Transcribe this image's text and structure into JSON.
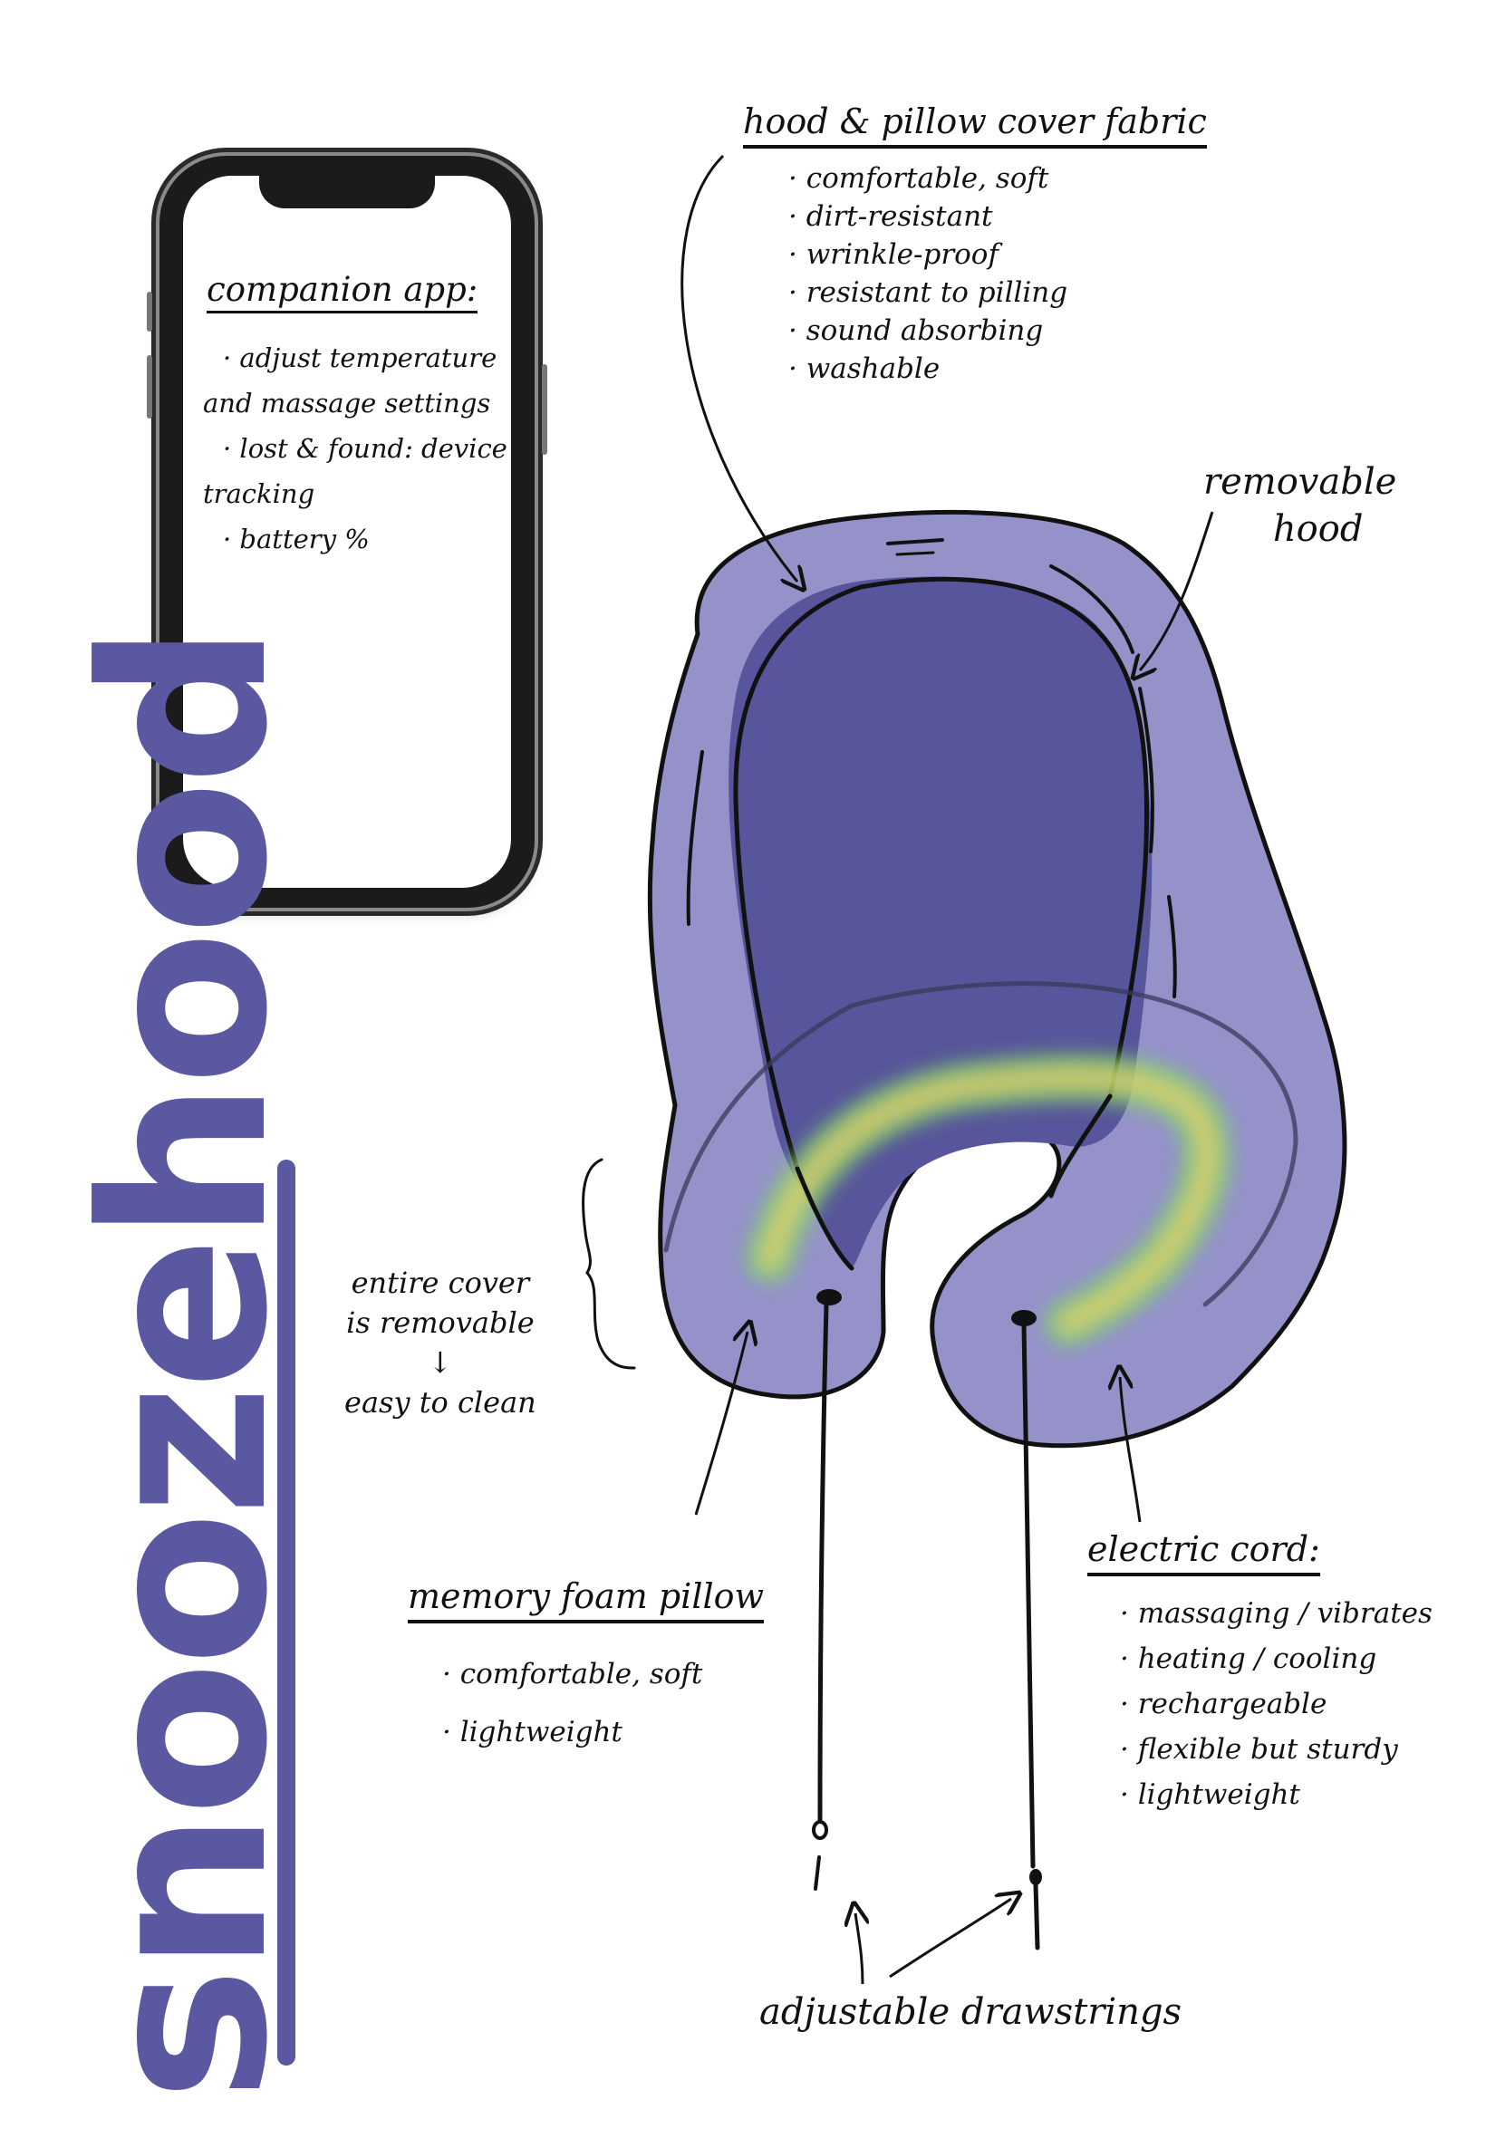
{
  "brand": "snoozehood",
  "colors": {
    "accent": "#5a58a0",
    "cover": "#9492c9",
    "cover_dark": "#57559b",
    "cord_glow": "#e7d36a"
  },
  "phone": {
    "title": "companion app:",
    "items": [
      "· adjust temperature",
      "and massage settings",
      "· lost & found: device",
      "tracking",
      "· battery %"
    ]
  },
  "hood_fabric": {
    "title": "hood & pillow cover fabric",
    "items": [
      "comfortable, soft",
      "dirt-resistant",
      "wrinkle-proof",
      "resistant to pilling",
      "sound absorbing",
      "washable"
    ]
  },
  "removable_hood": {
    "line1": "removable",
    "line2": "hood"
  },
  "cover_note": {
    "line1": "entire cover",
    "line2": "is removable",
    "arrow": "↓",
    "line3": "easy to clean"
  },
  "memory_foam": {
    "title": "memory foam pillow",
    "items": [
      "comfortable, soft",
      "lightweight"
    ]
  },
  "electric_cord": {
    "title": "electric cord:",
    "items": [
      "massaging / vibrates",
      "heating / cooling",
      "rechargeable",
      "flexible but sturdy",
      "lightweight"
    ]
  },
  "drawstrings": "adjustable drawstrings"
}
